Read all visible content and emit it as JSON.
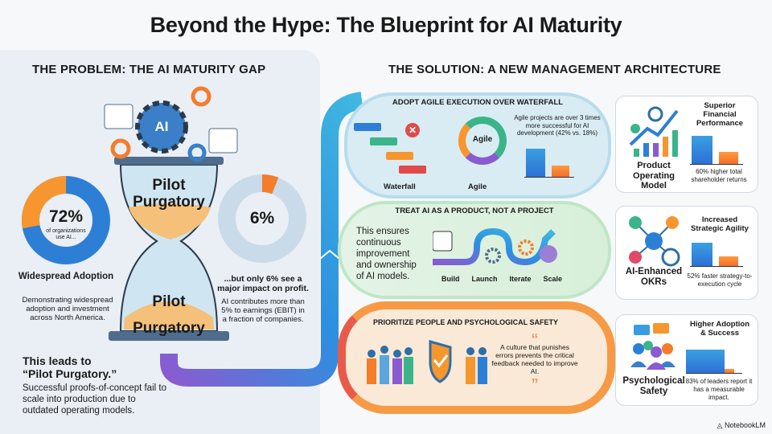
{
  "title": "Beyond the Hype: The Blueprint for AI Maturity",
  "problem": {
    "heading": "THE PROBLEM: THE AI MATURITY GAP",
    "gear_label": "AI",
    "hourglass_top": "Pilot Purgatory",
    "hourglass_bottom_1": "Pilot",
    "hourglass_bottom_2": "Purgatory",
    "adoption": {
      "value": "72%",
      "fraction": 0.72,
      "sub": "of organizations use AI...",
      "title": "Widespread Adoption",
      "desc": "Demonstrating widespread adoption and investment across North America."
    },
    "impact": {
      "value": "6%",
      "fraction": 0.06,
      "title": "...but only 6% see a major impact on profit.",
      "desc": "AI contributes more than 5% to earnings (EBIT) in a fraction of companies."
    },
    "leads_title": "This leads to “Pilot Purgatory.”",
    "leads_desc": "Successful proofs-of-concept fail to scale into production due to outdated operating models."
  },
  "solution": {
    "heading": "THE SOLUTION: A NEW MANAGEMENT ARCHITECTURE",
    "agile": {
      "heading": "ADOPT AGILE EXECUTION OVER WATERFALL",
      "waterfall_label": "Waterfall",
      "agile_label": "Agile",
      "loop_label": "Agile",
      "stat": "Agile projects are over 3 times more successful for AI development (42% vs. 18%)",
      "values": [
        42,
        18
      ]
    },
    "product": {
      "heading": "TREAT AI AS A PRODUCT, NOT A PROJECT",
      "desc": "This ensures continuous improvement and ownership of AI models.",
      "steps": [
        "Build",
        "Launch",
        "Iterate",
        "Scale"
      ]
    },
    "people": {
      "heading": "PRIORITIZE PEOPLE AND PSYCHOLOGICAL SAFETY",
      "quote": "A culture that punishes errors prevents the critical feedback needed to improve AI.",
      "open_quote": "“",
      "close_quote": "”"
    }
  },
  "outcomes": [
    {
      "name": "Product Operating Model",
      "title": "Superior Financial Performance",
      "desc": "60% higher total shareholder returns",
      "bars": [
        1.0,
        0.45
      ]
    },
    {
      "name": "AI-Enhanced OKRs",
      "title": "Increased Strategic Agility",
      "desc": "52% faster strategy-to-execution cycle",
      "bars": [
        1.0,
        0.45
      ]
    },
    {
      "name": "Psychological Safety",
      "title": "Higher Adoption & Success",
      "desc": "83% of leaders report it has a measurable impact.",
      "bars": [
        0.83,
        0.17
      ]
    }
  ],
  "brand": "NotebookLM",
  "colors": {
    "blue": "#2d7fd6",
    "orange": "#f57c2a",
    "green": "#3cb48a",
    "purple": "#8a5bd0"
  }
}
